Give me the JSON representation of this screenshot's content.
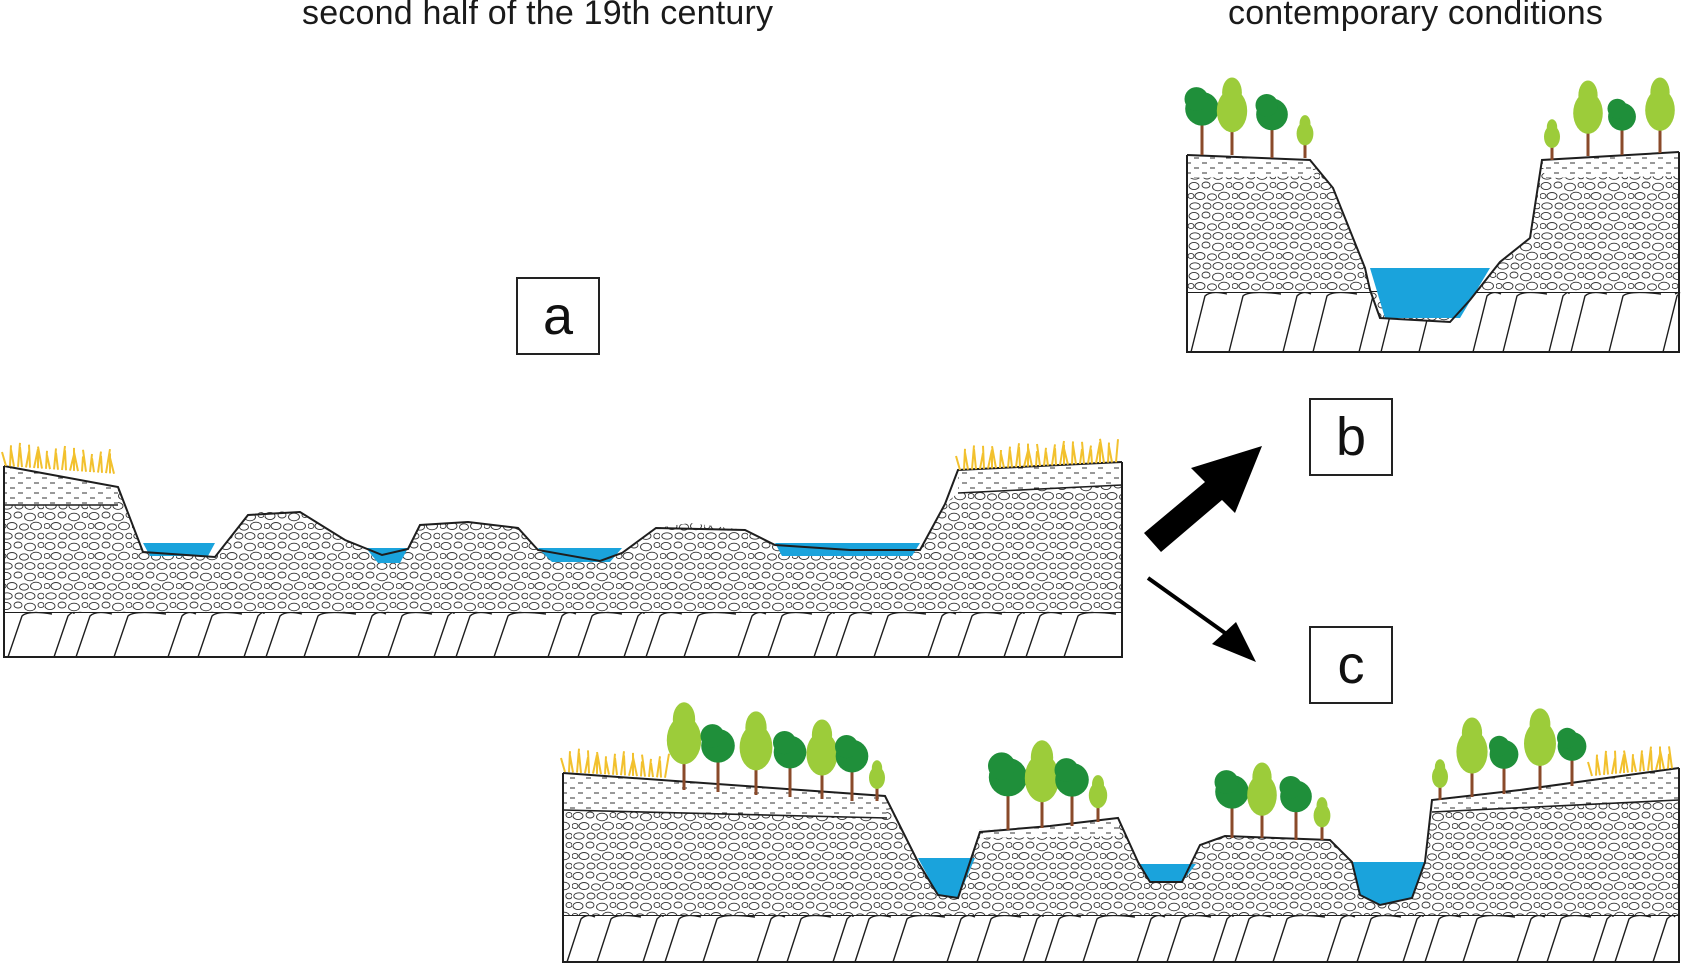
{
  "headings": {
    "left": "second half of the 19th century",
    "right": "contemporary conditions"
  },
  "labels": {
    "a": "a",
    "b": "b",
    "c": "c"
  },
  "colors": {
    "water": "#1aa3dc",
    "gravel_fill": "#ffffff",
    "outline": "#1e1e1e",
    "grass": "#f2c12e",
    "tree_dark": "#1f8f3a",
    "tree_light": "#9ccc3a",
    "trunk": "#8a4a2a"
  }
}
